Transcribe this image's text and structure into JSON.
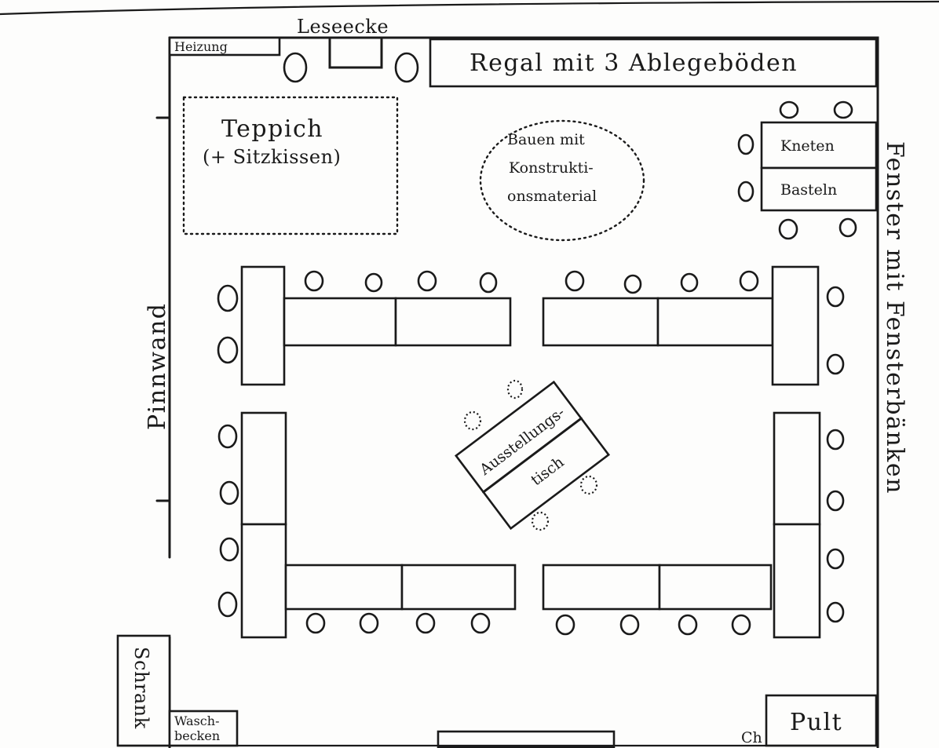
{
  "labels": {
    "leseecke": "Leseecke",
    "heizung": "Heizung",
    "regal": "Regal mit 3 Ablegeböden",
    "teppich_line1": "Teppich",
    "teppich_line2": "(+ Sitzkissen)",
    "bauen_line1": "Bauen mit",
    "bauen_line2": "Konstrukti-",
    "bauen_line3": "onsmaterial",
    "kneten": "Kneten",
    "basteln": "Basteln",
    "fenster": "Fenster mit Fensterbänken",
    "pinnwand": "Pinnwand",
    "ausstellung_line1": "Ausstellungs-",
    "ausstellung_line2": "tisch",
    "schrank": "Schrank",
    "wasch_line1": "Wasch-",
    "wasch_line2": "becken",
    "pult": "Pult",
    "signature": "Ch"
  }
}
